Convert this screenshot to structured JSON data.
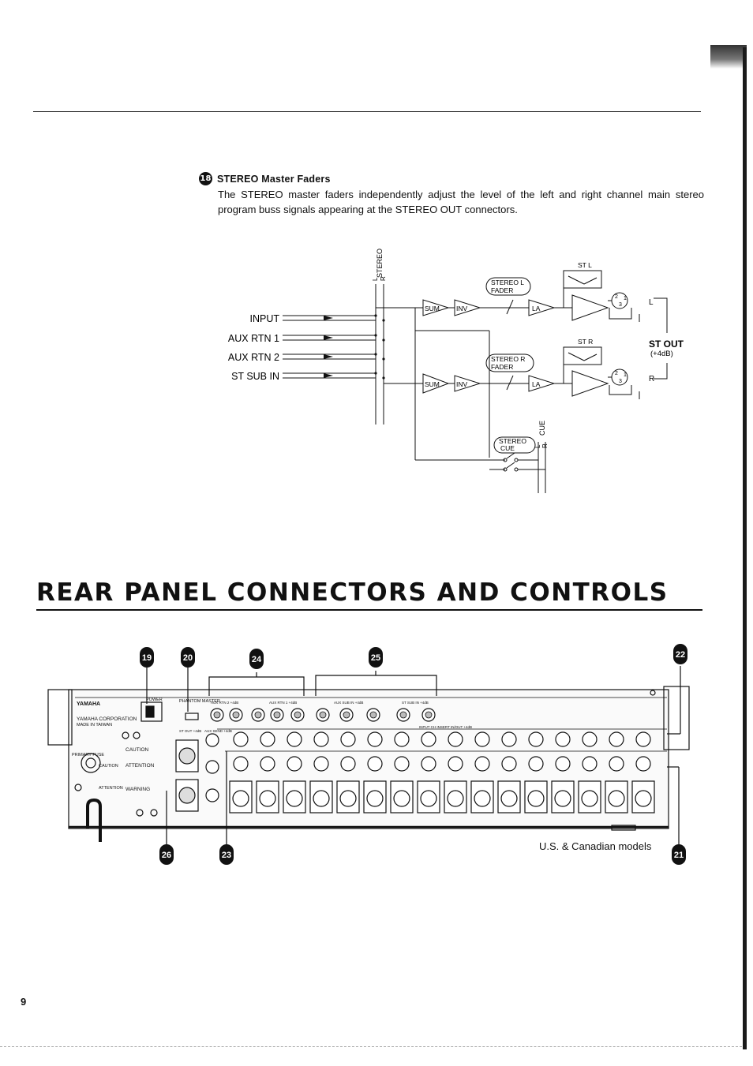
{
  "section": {
    "number": "18",
    "title": "STEREO Master Faders",
    "body": "The STEREO master faders independently adjust the level of the left and right channel main stereo program buss signals appearing at the STEREO OUT connectors."
  },
  "diagram": {
    "inputs": [
      "INPUT",
      "AUX RTN 1",
      "AUX RTN 2",
      "ST SUB IN"
    ],
    "bus_label": "STEREO",
    "bus_l": "L",
    "bus_r": "R",
    "cue_label": "CUE",
    "cue_l": "L",
    "cue_r": "R",
    "sum": "SUM",
    "inv": "INV",
    "la": "LA",
    "fader_l": [
      "STEREO L",
      "FADER"
    ],
    "fader_r": [
      "STEREO R",
      "FADER"
    ],
    "stereo_cue": [
      "STEREO",
      "CUE"
    ],
    "meter_l": "ST L",
    "meter_r": "ST R",
    "out_l": "L",
    "out_r": "R",
    "st_out": "ST OUT",
    "st_out_level": "(+4dB)",
    "xlr_pins": [
      "2",
      "1",
      "3"
    ]
  },
  "rear_title": "REAR PANEL CONNECTORS AND CONTROLS",
  "rear_panel": {
    "callouts_top": [
      "19",
      "20",
      "24",
      "25",
      "22"
    ],
    "callouts_bottom": [
      "26",
      "23",
      "21"
    ],
    "brand": "YAMAHA",
    "corporation": "YAMAHA CORPORATION",
    "made_in": "MADE IN TAIWAN",
    "power_label": "POWER",
    "phantom_label": "PHANTOM MASTER",
    "primary_fuse": "PRIMARY FUSE",
    "caution": "CAUTION",
    "attention": "ATTENTION",
    "warning": "WARNING",
    "aux_rtn_2": "AUX RTN 2 +4dB",
    "aux_rtn_1": "AUX RTN 1 +4dB",
    "aux_sub_in": "AUX SUB IN +4dB",
    "st_sub_in": "ST SUB IN +4dB",
    "input_ch_insert": "INPUT CH INSERT IN/OUT +4dB",
    "st_out": "ST OUT +4dB",
    "aux_send": "AUX SEND +4dB"
  },
  "caption": "U.S. & Canadian models",
  "page_number": "9"
}
